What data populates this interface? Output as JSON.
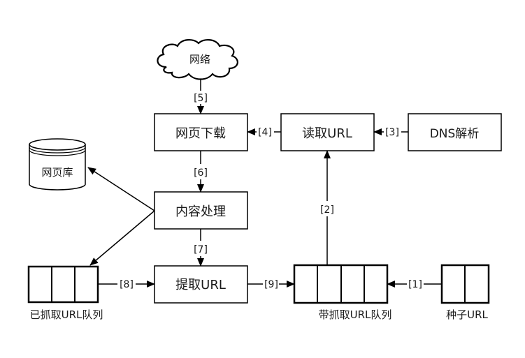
{
  "diagram": {
    "nodes": {
      "network": "网络",
      "download": "网页下载",
      "read_url": "读取URL",
      "dns": "DNS解析",
      "page_db": "网页库",
      "content": "内容处理",
      "extract": "提取URL",
      "crawled_queue": "已抓取URL队列",
      "pending_queue": "带抓取URL队列",
      "seed": "种子URL"
    },
    "edges": {
      "e1": "[1]",
      "e2": "[2]",
      "e3": "[3]",
      "e4": "[4]",
      "e5": "[5]",
      "e6": "[6]",
      "e7": "[7]",
      "e8": "[8]",
      "e9": "[9]"
    }
  }
}
